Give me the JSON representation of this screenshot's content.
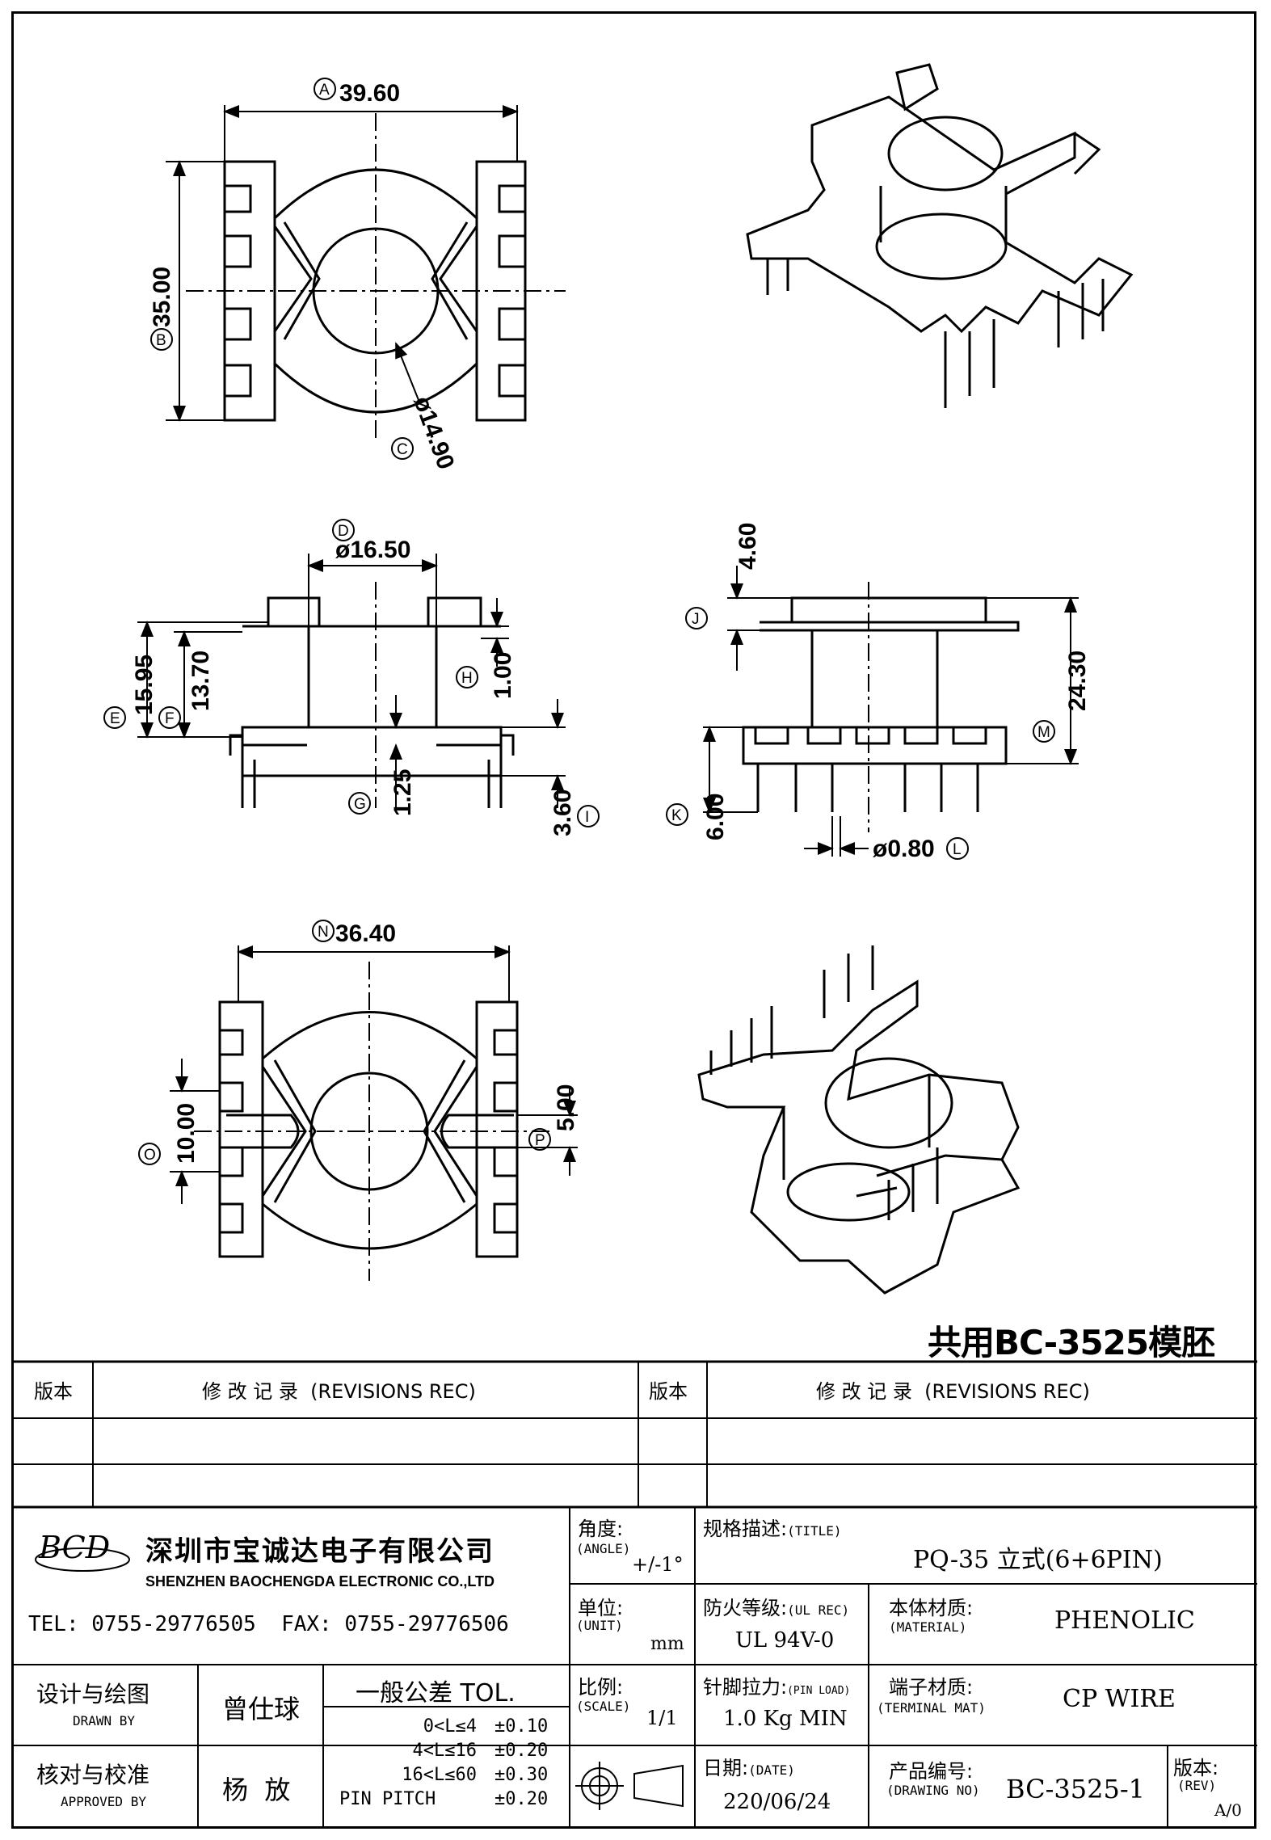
{
  "dimensions": {
    "A": "39.60",
    "B": "35.00",
    "C": "ø14.90",
    "D": "ø16.50",
    "E": "15.95",
    "F": "13.70",
    "G": "1.25",
    "H": "1.00",
    "I": "3.60",
    "J": "4.60",
    "K": "6.00",
    "L": "ø0.80",
    "M": "24.30",
    "N": "36.40",
    "O": "10.00",
    "P": "5.00"
  },
  "note": "共用BC-3525模胚",
  "revisions": {
    "left_header_ver": "版本",
    "left_header_rec": "修 改 记 录  (REVISIONS REC)",
    "right_header_ver": "版本",
    "right_header_rec": "修 改 记 录  (REVISIONS REC)"
  },
  "company": {
    "logo_text": "BCD",
    "name_cn": "深圳市宝诚达电子有限公司",
    "name_en": "SHENZHEN BAOCHENGDA ELECTRONIC CO.,LTD",
    "contact": "TEL: 0755-29776505  FAX: 0755-29776506"
  },
  "title_block": {
    "angle_label": "角度:",
    "angle_en": "(ANGLE)",
    "angle_value": "+/-1°",
    "title_label": "规格描述:",
    "title_en": "(TITLE)",
    "title_value": "PQ-35 立式(6+6PIN)",
    "unit_label": "单位:",
    "unit_en": "(UNIT)",
    "unit_value": "mm",
    "ul_label": "防火等级:",
    "ul_en": "(UL REC)",
    "ul_value": "UL 94V-0",
    "material_label": "本体材质:",
    "material_en": "(MATERIAL)",
    "material_value": "PHENOLIC",
    "scale_label": "比例:",
    "scale_en": "(SCALE)",
    "scale_value": "1/1",
    "pinload_label": "针脚拉力:",
    "pinload_en": "(PIN LOAD)",
    "pinload_value": "1.0 Kg MIN",
    "terminal_label": "端子材质:",
    "terminal_en": "(TERMINAL MAT)",
    "terminal_value": "CP WIRE",
    "date_label": "日期:",
    "date_en": "(DATE)",
    "date_value": "220/06/24",
    "drawing_label": "产品编号:",
    "drawing_en": "(DRAWING NO)",
    "drawing_value": "BC-3525-1",
    "rev_label": "版本:",
    "rev_en": "(REV)",
    "rev_value": "A/0",
    "drawn_label": "设计与绘图",
    "drawn_en": "DRAWN BY",
    "drawn_value": "曾仕球",
    "approved_label": "核对与校准",
    "approved_en": "APPROVED BY",
    "approved_value": "杨  放",
    "tol_title": "一般公差 TOL.",
    "tolerances": [
      {
        "range": "0<L≤4",
        "value": "±0.10"
      },
      {
        "range": "4<L≤16",
        "value": "±0.20"
      },
      {
        "range": "16<L≤60",
        "value": "±0.30"
      },
      {
        "range": "PIN PITCH",
        "value": "±0.20"
      }
    ]
  }
}
